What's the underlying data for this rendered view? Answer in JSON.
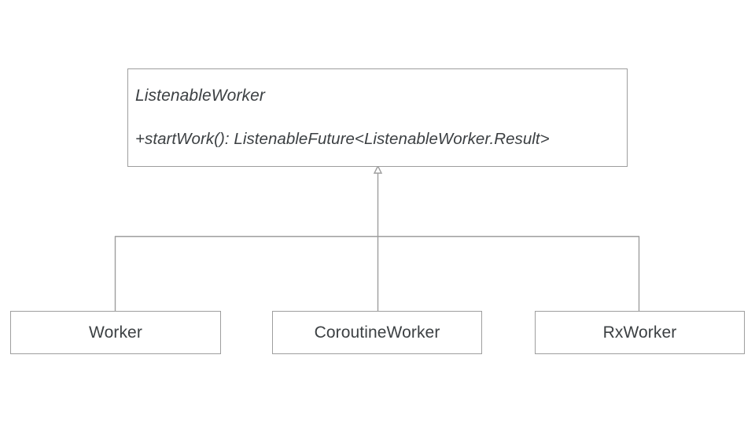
{
  "diagram": {
    "type": "uml-class-diagram",
    "relationship": "generalization",
    "background_color": "#ffffff",
    "border_color": "#9e9e9e",
    "text_color": "#3c4043",
    "connector_color": "#9e9e9e"
  },
  "parent": {
    "name": "ListenableWorker",
    "stereotype": "abstract",
    "methods": [
      "+startWork(): ListenableFuture<ListenableWorker.Result>"
    ],
    "method_1": "+startWork(): ListenableFuture<ListenableWorker.Result>"
  },
  "children": [
    {
      "name": "Worker"
    },
    {
      "name": "CoroutineWorker"
    },
    {
      "name": "RxWorker"
    }
  ]
}
